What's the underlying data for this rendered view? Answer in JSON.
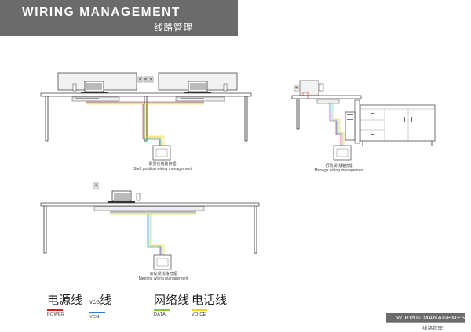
{
  "header": {
    "title": "WIRING MANAGEMENT",
    "subtitle": "线路管理"
  },
  "colors": {
    "header_band": "#6b6b6b",
    "power": "#d62020",
    "vcg": "#2a7fd4",
    "data": "#8cc63f",
    "voice": "#f2d21e"
  },
  "views": {
    "staff": {
      "caption_cn": "职员位线路管理",
      "caption_en": "Staff position wiring management"
    },
    "manager": {
      "caption_cn": "行政桌线路管理",
      "caption_en": "Manage wiring management"
    },
    "meeting": {
      "caption_cn": "会议桌线路管理",
      "caption_en": "Meeting wiring management"
    }
  },
  "legend": {
    "power": {
      "cn": "电源线",
      "en": "POWER",
      "icon": "power-line-icon"
    },
    "vcg": {
      "cn_small": "VCG",
      "cn": "线",
      "en": "VCG",
      "icon": "vcg-line-icon"
    },
    "data": {
      "cn": "网络线",
      "en": "DATA",
      "icon": "data-line-icon"
    },
    "voice": {
      "cn": "电话线",
      "en": "VOICE",
      "icon": "voice-line-icon"
    }
  },
  "footer": {
    "title": "WIRING MANAGEMENT",
    "subtitle": "线路管理"
  }
}
